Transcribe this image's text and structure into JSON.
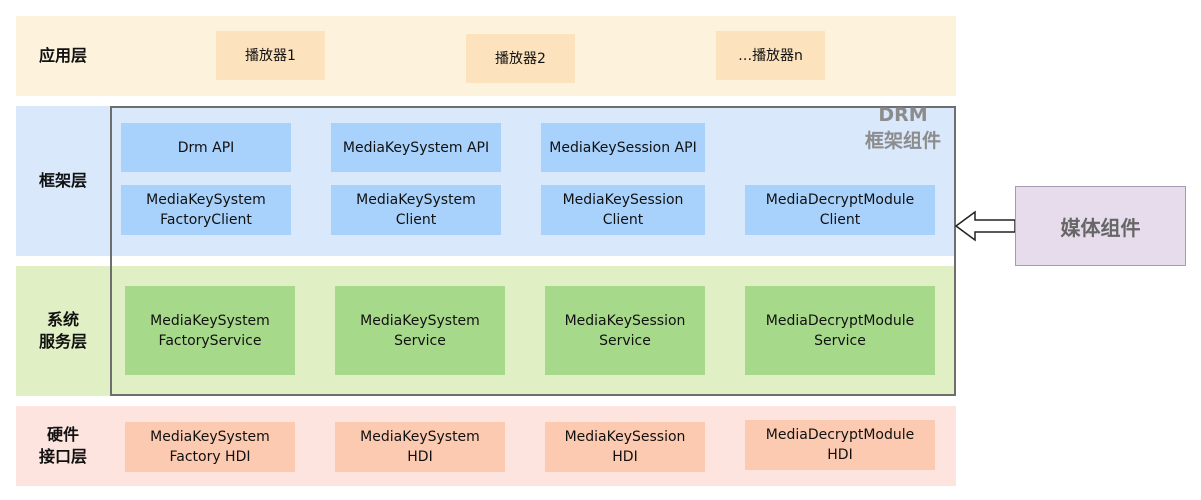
{
  "layers": {
    "app": "应用层",
    "framework": "框架层",
    "service": "系统\n服务层",
    "hardware": "硬件\n接口层"
  },
  "app_boxes": [
    "播放器1",
    "播放器2",
    "…播放器n"
  ],
  "framework_boxes": {
    "row1": [
      "Drm API",
      "MediaKeySystem API",
      "MediaKeySession API"
    ],
    "row2": [
      "MediaKeySystem\nFactoryClient",
      "MediaKeySystem\nClient",
      "MediaKeySession\nClient",
      "MediaDecryptModule\nClient"
    ]
  },
  "service_boxes": [
    "MediaKeySystem\nFactoryService",
    "MediaKeySystem\nService",
    "MediaKeySession\nService",
    "MediaDecryptModule\nService"
  ],
  "hdi_boxes": [
    "MediaKeySystem\nFactory HDI",
    "MediaKeySystem\nHDI",
    "MediaKeySession\nHDI",
    "MediaDecryptModule\nHDI"
  ],
  "drm_label": "DRM\n框架组件",
  "media_component": "媒体组件",
  "colors": {
    "app_layer": "#fdf3dd",
    "framework_layer": "#dae8fc",
    "service_layer": "#e1f0c4",
    "hardware_layer": "#fde4de",
    "drm_border": "#6e6e6e"
  }
}
